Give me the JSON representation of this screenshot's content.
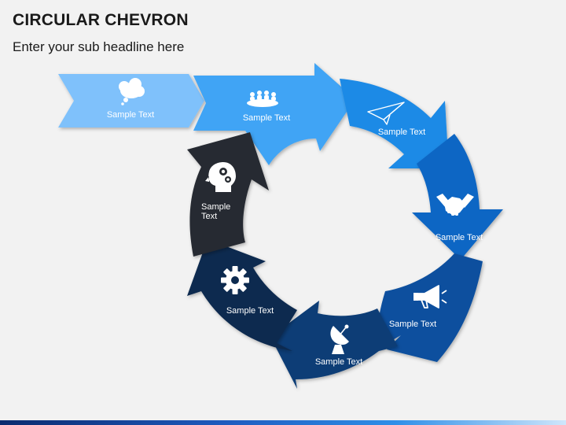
{
  "header": {
    "title": "CIRCULAR CHEVRON",
    "subtitle": "Enter your sub headline here"
  },
  "stages": [
    {
      "label": "Sample Text",
      "icon": "thought-cloud-icon",
      "color": "#7fc1fb"
    },
    {
      "label": "Sample Text",
      "icon": "team-meeting-icon",
      "color": "#3fa4f5"
    },
    {
      "label": "Sample Text",
      "icon": "paper-plane-icon",
      "color": "#1f8ae6"
    },
    {
      "label": "Sample Text",
      "icon": "handshake-icon",
      "color": "#1066c4"
    },
    {
      "label": "Sample Text",
      "icon": "megaphone-icon",
      "color": "#0b509e"
    },
    {
      "label": "Sample Text",
      "icon": "satellite-dish-icon",
      "color": "#0a3c76"
    },
    {
      "label": "Sample Text",
      "icon": "gear-icon",
      "color": "#0c2a4f"
    },
    {
      "label_lines": [
        "Sample",
        "Text"
      ],
      "icon": "head-gears-icon",
      "color": "#262a30"
    }
  ],
  "accent_gradient": [
    "#0a2a6e",
    "#2f8fe8",
    "#cfe6fb"
  ]
}
